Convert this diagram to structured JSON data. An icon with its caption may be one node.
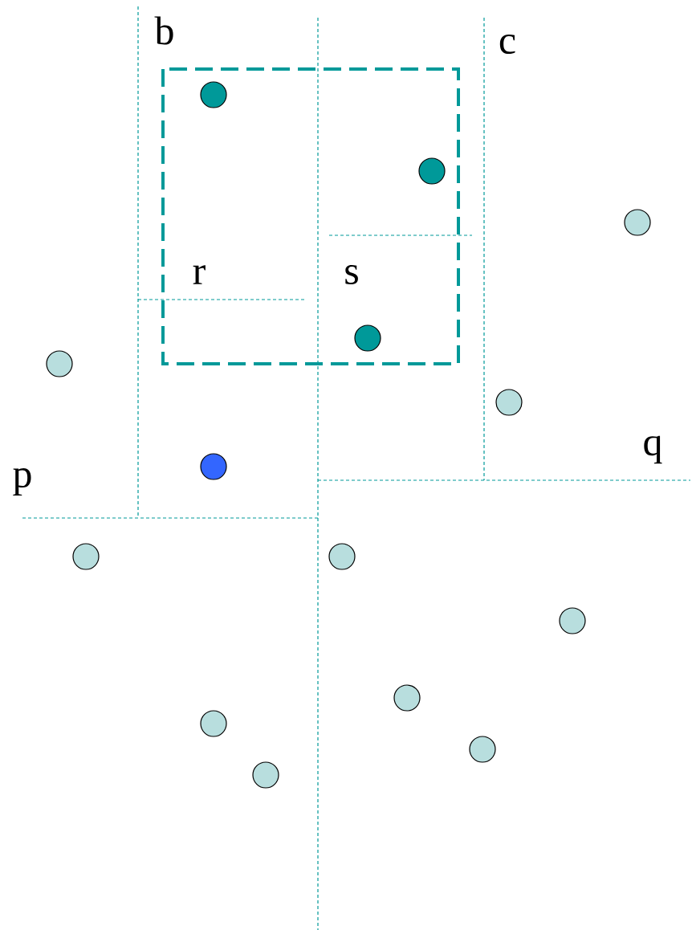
{
  "diagram": {
    "labels": [
      "b",
      "c",
      "r",
      "s",
      "q",
      "p"
    ]
  }
}
